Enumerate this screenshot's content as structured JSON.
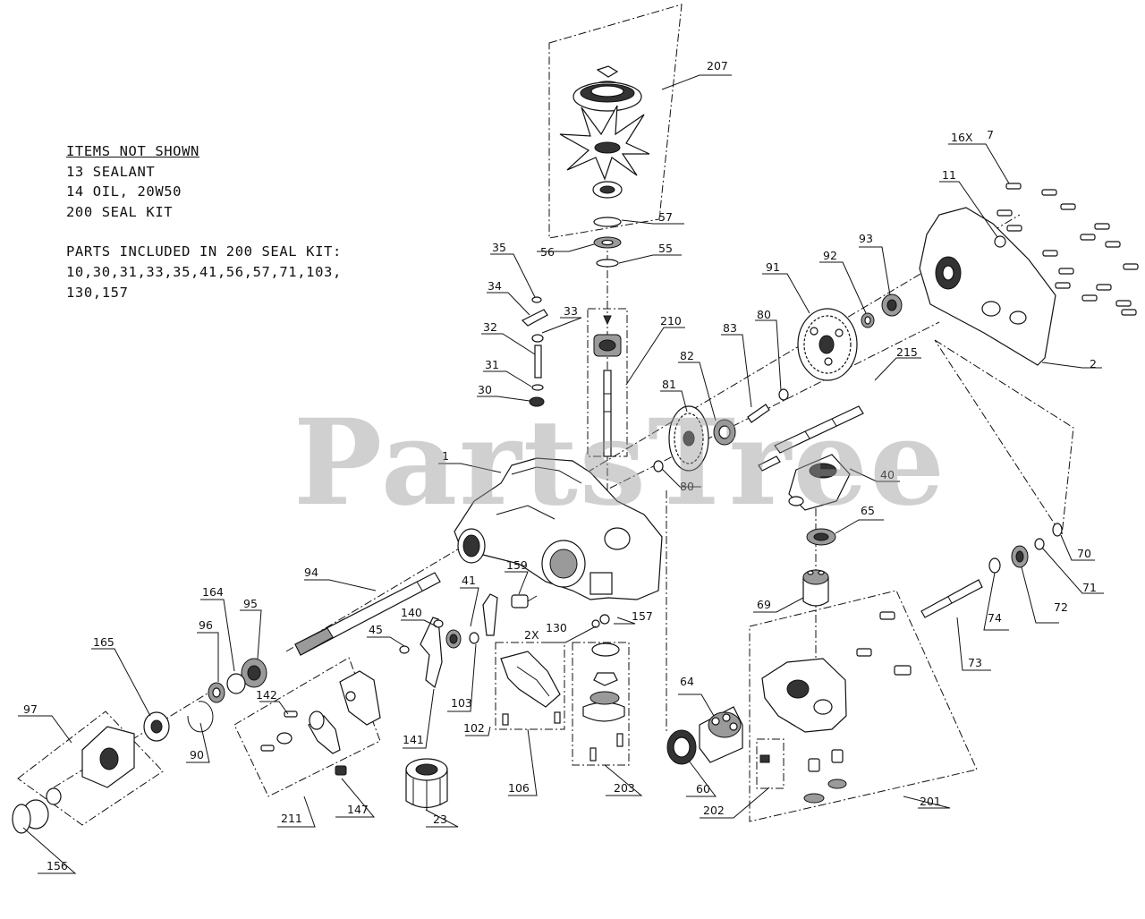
{
  "notes": {
    "heading": "ITEMS NOT SHOWN",
    "not_shown": [
      "13 SEALANT",
      "14 OIL, 20W50",
      "200 SEAL KIT"
    ],
    "kit_lines": [
      "PARTS INCLUDED IN 200 SEAL KIT:",
      "10,30,31,33,35,41,56,57,71,103,",
      "130,157"
    ]
  },
  "watermark": "PartsTree",
  "labels": {
    "p207": "207",
    "p16x": "16X",
    "p7": "7",
    "p11": "11",
    "p57": "57",
    "p56": "56",
    "p55": "55",
    "p93": "93",
    "p92": "92",
    "p91": "91",
    "p35": "35",
    "p34": "34",
    "p33": "33",
    "p32": "32",
    "p31": "31",
    "p30": "30",
    "p210": "210",
    "p83": "83",
    "p80a": "80",
    "p82": "82",
    "p81": "81",
    "p2": "2",
    "p215": "215",
    "p1": "1",
    "p80b": "80",
    "p40": "40",
    "p65": "65",
    "p70": "70",
    "p71": "71",
    "p94": "94",
    "p41": "41",
    "p159": "159",
    "p164": "164",
    "p95": "95",
    "p140": "140",
    "p45": "45",
    "p96": "96",
    "p2x": "2X",
    "p130": "130",
    "p157": "157",
    "p165": "165",
    "p69": "69",
    "p72": "72",
    "p74": "74",
    "p142": "142",
    "p103": "103",
    "p102": "102",
    "p97": "97",
    "p90": "90",
    "p141": "141",
    "p64": "64",
    "p73": "73",
    "p106": "106",
    "p203": "203",
    "p60": "60",
    "p202": "202",
    "p201": "201",
    "p147": "147",
    "p211": "211",
    "p23": "23",
    "p156": "156"
  }
}
